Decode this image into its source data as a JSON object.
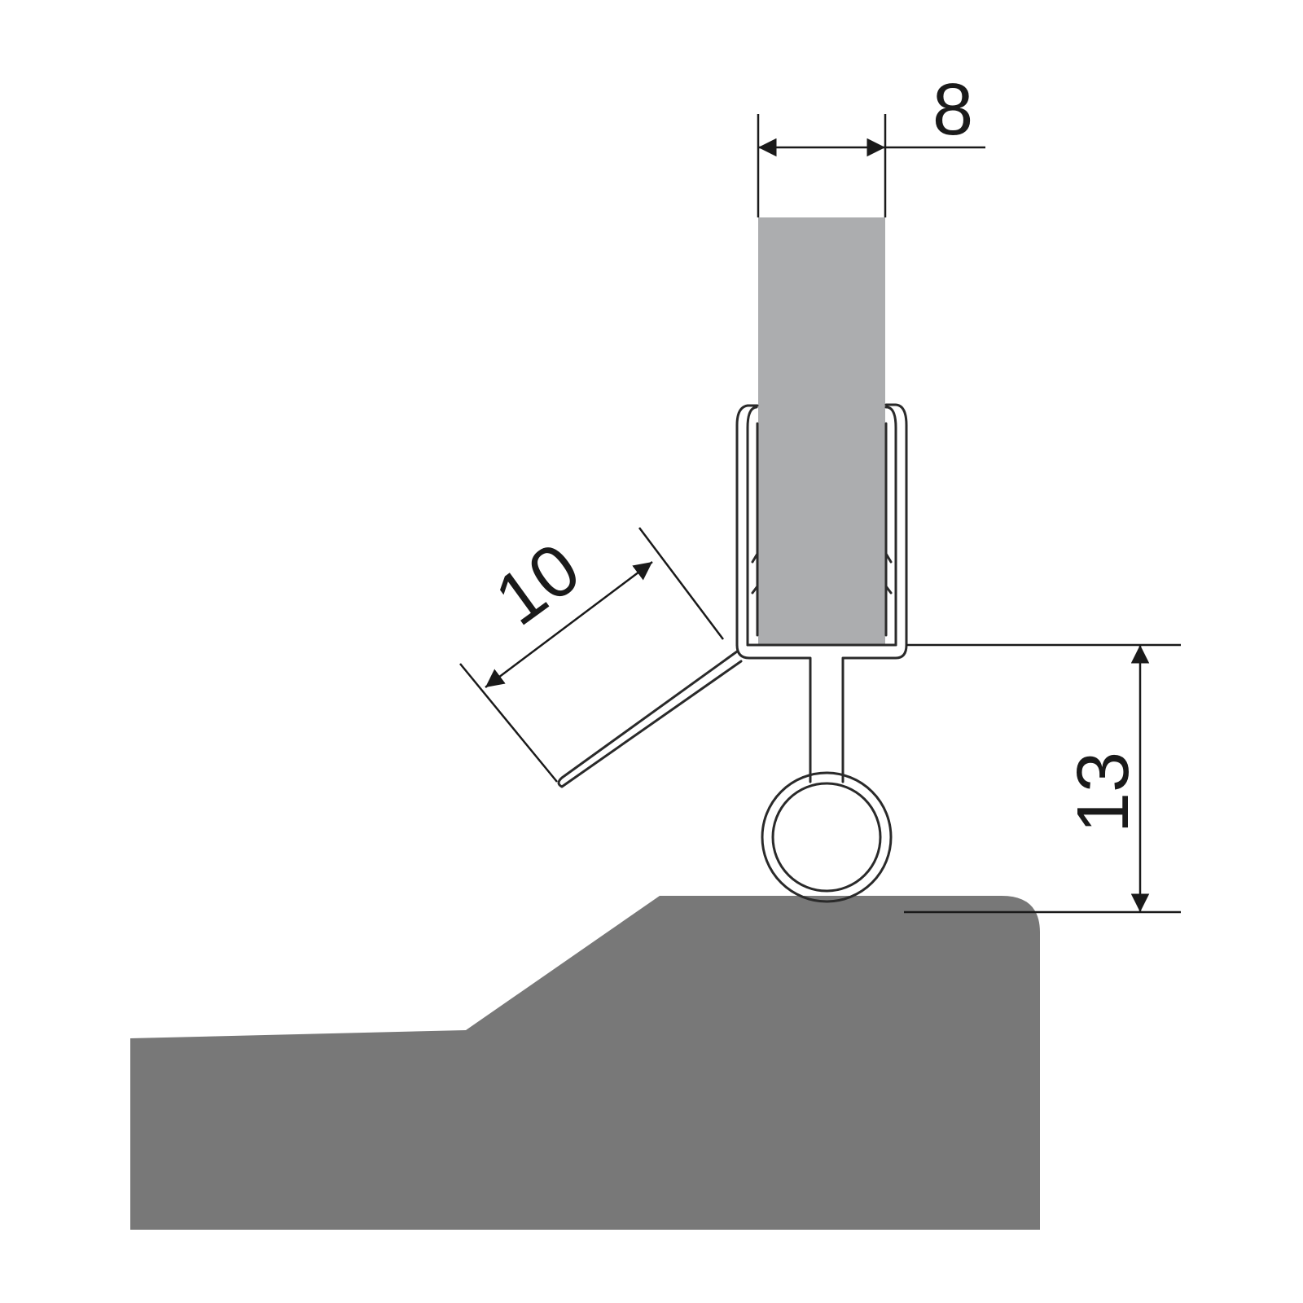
{
  "dimensions": {
    "glass_thickness": "8",
    "fin_length": "10",
    "seal_height": "13"
  },
  "colors": {
    "background": "#ffffff",
    "glass": "#acadaf",
    "base": "#787878",
    "line": "#1a1a1a"
  }
}
